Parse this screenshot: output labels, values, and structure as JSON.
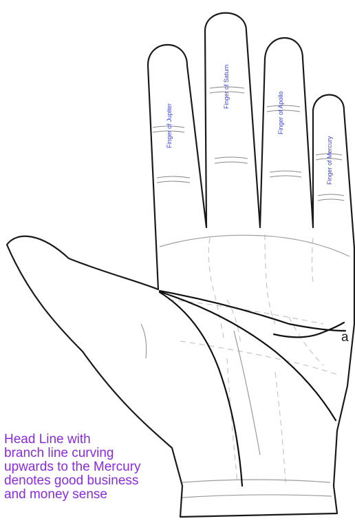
{
  "fingers": [
    {
      "label": "Finger of Jupiter"
    },
    {
      "label": "Finger of Saturn"
    },
    {
      "label": "Finger of Apollo"
    },
    {
      "label": "Finger of Mercury"
    }
  ],
  "marker": {
    "label": "a"
  },
  "caption": {
    "lines": [
      "Head Line with",
      "branch line curving",
      "upwards to the Mercury",
      "denotes good business",
      "and money sense"
    ]
  },
  "colors": {
    "finger_label": "#3d43d6",
    "caption": "#8a2be2",
    "outline": "#1a1a1a"
  }
}
